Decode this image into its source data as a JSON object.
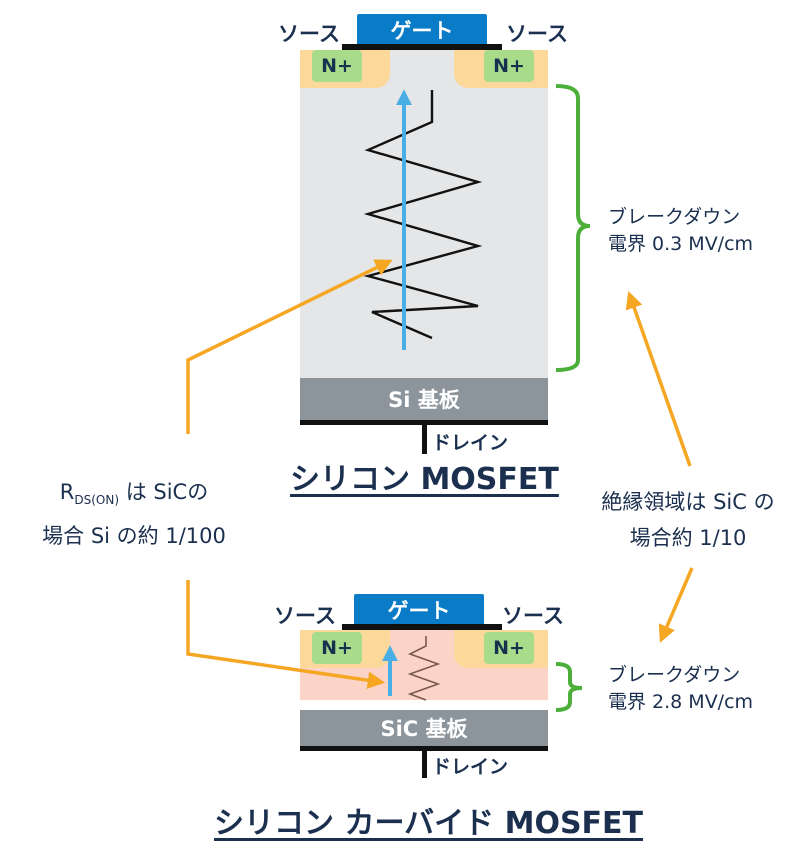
{
  "si": {
    "source_left": "ソース",
    "source_right": "ソース",
    "gate": "ゲート",
    "n_left": "N+",
    "n_right": "N+",
    "substrate": "Si 基板",
    "drain": "ドレイン",
    "title": "シリコン MOSFET",
    "breakdown_line1": "ブレークダウン",
    "breakdown_line2": "電界 0.3 MV/cm"
  },
  "sic": {
    "source_left": "ソース",
    "source_right": "ソース",
    "gate": "ゲート",
    "n_left": "N+",
    "n_right": "N+",
    "substrate": "SiC 基板",
    "drain": "ドレイン",
    "title": "シリコン カーバイド MOSFET",
    "breakdown_line1": "ブレークダウン",
    "breakdown_line2": "電界 2.8 MV/cm"
  },
  "notes": {
    "rds_prefix": "R",
    "rds_sub": "DS(ON)",
    "rds_suffix": " は SiCの",
    "rds_line2": "場合 Si の約 1/100",
    "insul_line1": "絶縁領域は SiC の",
    "insul_line2": "場合約 1/10"
  },
  "colors": {
    "gate": "#0a7cc7",
    "n_plus": "#a8dc8a",
    "n_region": "#fcd99b",
    "si_drift": "#e4e6e7",
    "sic_drift": "#fbd3c7",
    "substrate": "#8d959c",
    "arrow_orange": "#f5a623",
    "bracket_green": "#4caf3a",
    "current_blue": "#4aaee6"
  },
  "icons": [
    "current-arrow-icon",
    "breakdown-zigzag-icon",
    "bracket-icon",
    "callout-arrow-icon"
  ]
}
